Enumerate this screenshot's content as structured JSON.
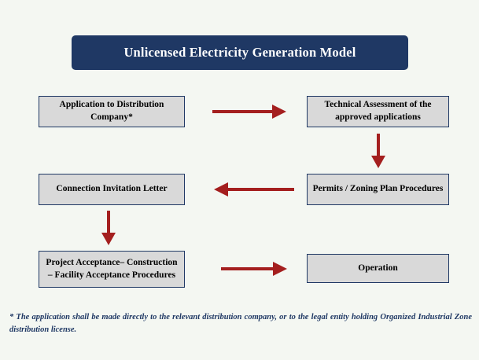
{
  "title": {
    "text": "Unlicensed Electricity Generation Model"
  },
  "colors": {
    "banner_bg": "#1f3864",
    "banner_text": "#ffffff",
    "box_bg": "#d9d9d9",
    "box_border": "#1f3864",
    "arrow": "#a41f1f",
    "page_bg": "#f4f7f2",
    "footnote_text": "#1f3864"
  },
  "boxes": [
    {
      "id": "application",
      "label": "Application to Distribution Company*"
    },
    {
      "id": "technical",
      "label": "Technical Assessment of the approved applications"
    },
    {
      "id": "permits",
      "label": "Permits / Zoning Plan Procedures"
    },
    {
      "id": "connection",
      "label": "Connection Invitation Letter"
    },
    {
      "id": "project",
      "label": "Project Acceptance– Construction – Facility Acceptance Procedures"
    },
    {
      "id": "operation",
      "label": "Operation"
    }
  ],
  "arrows": [
    {
      "id": "application-to-technical",
      "direction": "right"
    },
    {
      "id": "technical-to-permits",
      "direction": "down"
    },
    {
      "id": "permits-to-connection",
      "direction": "left"
    },
    {
      "id": "connection-to-project",
      "direction": "down"
    },
    {
      "id": "project-to-operation",
      "direction": "right"
    }
  ],
  "footnote": {
    "text": "* The application shall be made directly to the relevant distribution company, or to the legal entity holding Organized Industrial Zone distribution license."
  }
}
